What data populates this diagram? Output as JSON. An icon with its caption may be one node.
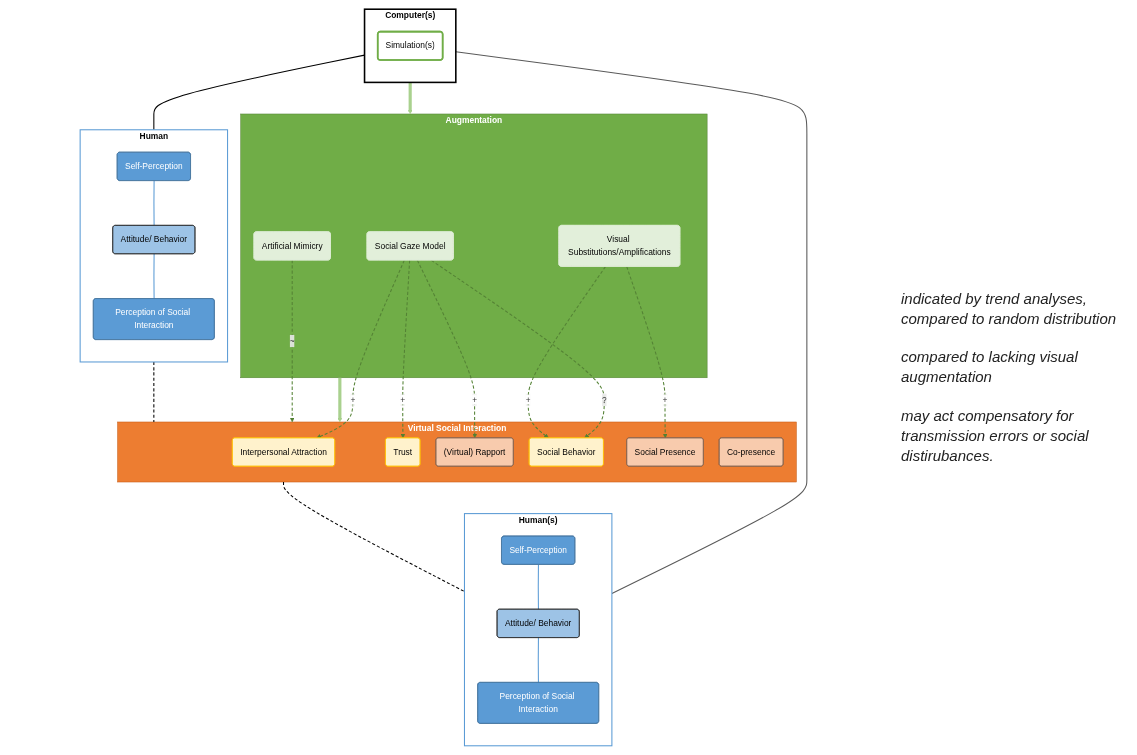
{
  "diagram": {
    "nodes": [
      {
        "text": [
          "Computer(s)"
        ]
      },
      {
        "text": [
          "Simulation(s)"
        ],
        "in": 0
      },
      {
        "text": [
          "Augmentation"
        ]
      },
      {
        "text": [
          "Artificial Mimicry"
        ],
        "in": 2
      },
      {
        "text": [
          "Social Gaze Model"
        ],
        "in": 2
      },
      {
        "text": [
          "Visual Substitutions/Amplifications"
        ],
        "in": 2
      },
      {
        "text": [
          "Human"
        ]
      },
      {
        "text": [
          "Self-Perception"
        ],
        "in": 6
      },
      {
        "text": [
          "Attitude/ Behavior"
        ],
        "in": 6
      },
      {
        "text": [
          "Perception of Social Interaction"
        ],
        "in": 6
      },
      {
        "text": [
          "Virtual Social Interaction"
        ]
      },
      {
        "text": [
          "Interpersonal Attraction"
        ],
        "in": 10
      },
      {
        "text": [
          "Trust"
        ],
        "in": 10
      },
      {
        "text": [
          "(Virtual) Rapport"
        ],
        "in": 10
      },
      {
        "text": [
          "Social Behavior"
        ],
        "in": 10
      },
      {
        "text": [
          "Social Presence"
        ],
        "in": 10
      },
      {
        "text": [
          "Co-presence"
        ],
        "in": 10
      },
      {
        "text": [
          "Human(s)"
        ]
      },
      {
        "text": [
          "Self-Perception"
        ],
        "in": 17
      },
      {
        "text": [
          "Attitude/ Behavior"
        ],
        "in": 17
      },
      {
        "text": [
          "Perception of Social Interaction"
        ],
        "in": 17
      }
    ],
    "edges": [
      {
        "from": 0,
        "to": 2,
        "arrow": "to",
        "style": "thick",
        "color": "#a9d18e"
      },
      {
        "from": 2,
        "to": 10,
        "arrow": "to",
        "style": "thick",
        "color": "#a9d18e"
      },
      {
        "from": 0,
        "to": 6,
        "arrow": "none",
        "color": "#000000"
      },
      {
        "from": 0,
        "to": 17,
        "arrow": "none",
        "color": "#595959"
      },
      {
        "from": 3,
        "to": 10,
        "arrow": "to",
        "style": "dashed",
        "label": "~"
      },
      {
        "from": 4,
        "to": 11,
        "arrow": "to",
        "style": "dashed",
        "label": "+"
      },
      {
        "from": 4,
        "to": 12,
        "arrow": "to",
        "style": "dashed",
        "label": "+"
      },
      {
        "from": 4,
        "to": 13,
        "arrow": "to",
        "style": "dashed",
        "label": "+"
      },
      {
        "from": 4,
        "to": 14,
        "arrow": "to",
        "style": "dashed",
        "label": "?"
      },
      {
        "from": 5,
        "to": 14,
        "arrow": "to",
        "style": "dashed",
        "label": "+"
      },
      {
        "from": 5,
        "to": 15,
        "arrow": "to",
        "style": "dashed",
        "label": "+"
      },
      {
        "from": 7,
        "to": 8,
        "arrow": "none",
        "color": "#5b9bd5"
      },
      {
        "from": 8,
        "to": 9,
        "arrow": "none",
        "color": "#5b9bd5"
      },
      {
        "from": 18,
        "to": 19,
        "arrow": "none",
        "color": "#5b9bd5"
      },
      {
        "from": 19,
        "to": 20,
        "arrow": "none",
        "color": "#5b9bd5"
      },
      {
        "from": 6,
        "to": 10,
        "arrow": "none",
        "style": "dashed",
        "color": "#000000"
      },
      {
        "from": 10,
        "to": 17,
        "arrow": "none",
        "style": "dashed",
        "color": "#000000"
      }
    ],
    "labels": [
      "indicated by trend analyses, compared to random distribution",
      "compared to lacking visual augmentation",
      "may act compensatory for transmission errors or social distirubances."
    ]
  }
}
